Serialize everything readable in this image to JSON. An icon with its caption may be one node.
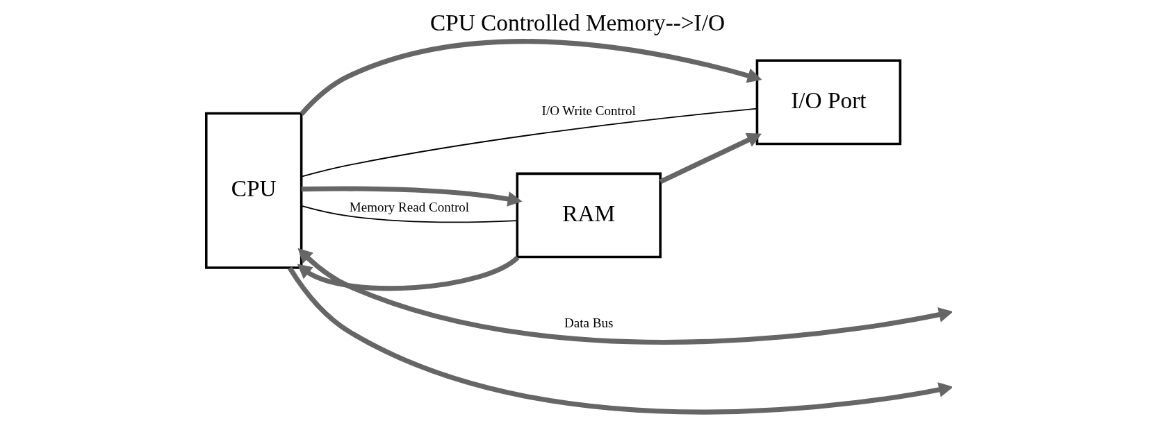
{
  "diagram": {
    "title": "CPU Controlled Memory-->I/O",
    "nodes": [
      {
        "text": [
          "CPU"
        ]
      },
      {
        "text": [
          "RAM"
        ]
      },
      {
        "text": [
          "I/O Port"
        ]
      }
    ],
    "edges": [
      {
        "from": 0,
        "to": null,
        "arrow": "to"
      },
      {
        "from": 0,
        "to": 1,
        "arrow": "to"
      },
      {
        "from": 0,
        "to": 2,
        "arrow": "to"
      },
      {
        "from": 0,
        "to": null,
        "arrow": "both",
        "label": "Data Bus"
      },
      {
        "from": 1,
        "to": 0,
        "arrow": "to"
      },
      {
        "from": 1,
        "to": 2,
        "arrow": "to"
      },
      {
        "from": 0,
        "to": 1,
        "arrow": "none",
        "label": "Memory Read Control",
        "color": "#000000"
      },
      {
        "from": 0,
        "to": 2,
        "arrow": "none",
        "label": "I/O Write Control",
        "color": "#000000"
      }
    ]
  }
}
